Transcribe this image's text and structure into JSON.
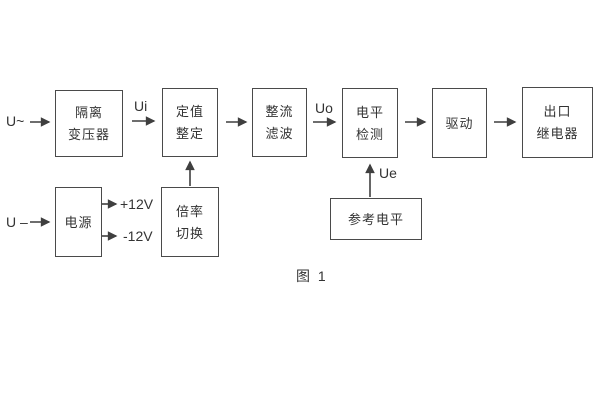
{
  "diagram": {
    "caption": "图 1",
    "inputs": {
      "ac": "U~",
      "dc": "U –"
    },
    "signals": {
      "ui": "Ui",
      "uo": "Uo",
      "ue": "Ue",
      "plus12": "+12V",
      "minus12": "-12V"
    },
    "blocks": {
      "transformer": {
        "line1": "隔离",
        "line2": "变压器"
      },
      "setting": {
        "line1": "定值",
        "line2": "整定"
      },
      "rectifier": {
        "line1": "整流",
        "line2": "滤波"
      },
      "level": {
        "line1": "电平",
        "line2": "检测"
      },
      "drive": {
        "line1": "驱动"
      },
      "output": {
        "line1": "出口",
        "line2": "继电器"
      },
      "power": {
        "line1": "电源"
      },
      "multiplier": {
        "line1": "倍率",
        "line2": "切换"
      },
      "reference": {
        "line1": "参考电平"
      }
    },
    "colors": {
      "background": "#ffffff",
      "line": "#3f3f3f",
      "border": "#4a4a4a",
      "text": "#333333"
    }
  }
}
